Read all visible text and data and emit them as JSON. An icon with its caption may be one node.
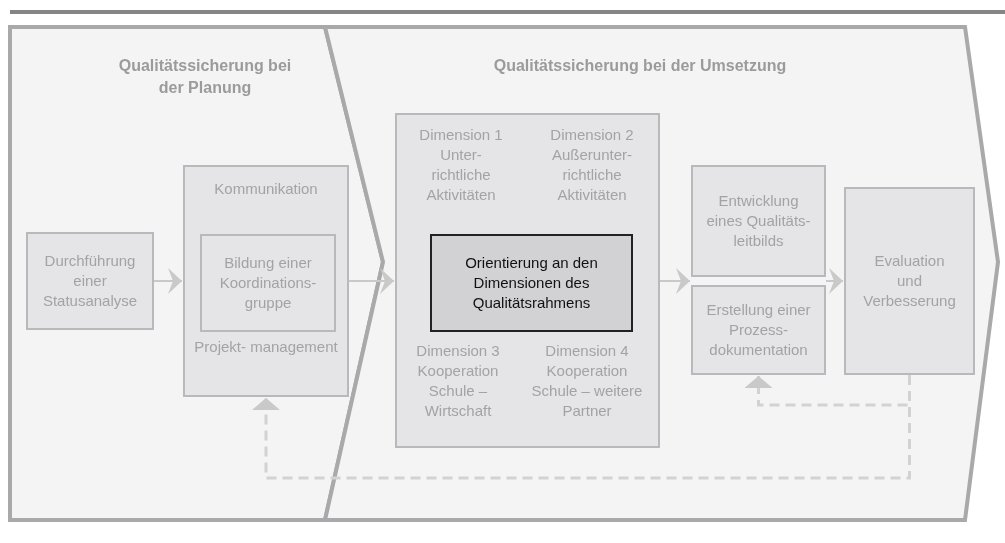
{
  "diagram": {
    "nodes": [
      {
        "text": [
          "Qualitätssicherung bei der Planung"
        ]
      },
      {
        "text": [
          "Qualitätssicherung bei der Umsetzung"
        ]
      },
      {
        "text": [
          "Durchführung einer Statusanalyse"
        ],
        "in": 0
      },
      {
        "text": [
          "Kommunikation",
          "Projekt- management"
        ],
        "in": 0
      },
      {
        "text": [
          "Bildung einer Koordinations- gruppe"
        ],
        "in": 3
      },
      {
        "text": [
          "Dimension 1 Unter- richtliche Aktivitäten",
          "Dimension 2 Außerunter- richtliche Aktivitäten",
          "Dimension 3 Kooperation Schule – Wirtschaft",
          "Dimension 4 Kooperation Schule – weitere Partner"
        ],
        "in": 1
      },
      {
        "text": [
          "Orientierung an den Dimensionen des Qualitätsrahmens"
        ],
        "in": 5
      },
      {
        "text": [
          "Entwicklung eines Qualitäts- leitbilds"
        ],
        "in": 1
      },
      {
        "text": [
          "Erstellung einer Prozess- dokumentation"
        ],
        "in": 1
      },
      {
        "text": [
          "Evaluation und Verbesserung"
        ],
        "in": 1
      }
    ],
    "edges": [
      {
        "from": 2,
        "to": 3,
        "arrow": "to"
      },
      {
        "from": 3,
        "to": 5,
        "arrow": "to"
      },
      {
        "from": 5,
        "to": 7,
        "arrow": "to"
      },
      {
        "from": 5,
        "to": 8,
        "arrow": "to"
      },
      {
        "from": 7,
        "to": 9,
        "arrow": "to"
      },
      {
        "from": 8,
        "to": 9,
        "arrow": "to"
      },
      {
        "from": 9,
        "to": 8,
        "arrow": "to",
        "style": "dashed"
      },
      {
        "from": 9,
        "to": 3,
        "arrow": "to",
        "style": "dashed"
      }
    ]
  }
}
